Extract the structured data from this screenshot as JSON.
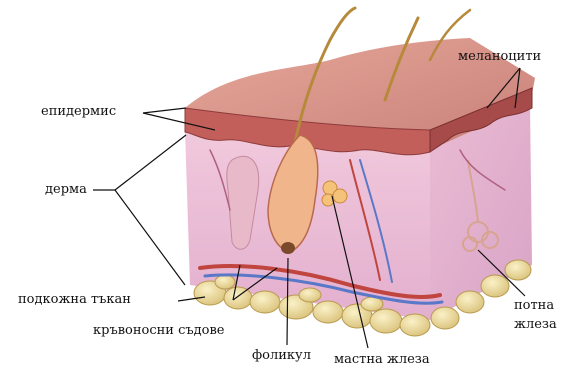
{
  "labels": {
    "epidermis": "епидермис",
    "dermis": "дерма",
    "hypodermis": "подкожна тъкан",
    "blood_vessels": "кръвоносни съдове",
    "follicle": "фоликул",
    "sebaceous_gland": "мастна жлеза",
    "melanocytes": "меланоцити",
    "sweat_gland_line1": "потна",
    "sweat_gland_line2": "жлеза"
  }
}
